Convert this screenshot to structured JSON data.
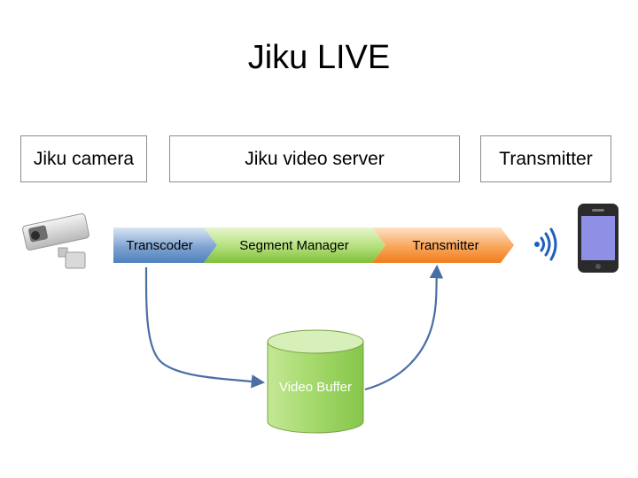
{
  "title": "Jiku LIVE",
  "components": {
    "camera": "Jiku camera",
    "server": "Jiku video server",
    "transmitter": "Transmitter"
  },
  "pipeline": {
    "transcoder": "Transcoder",
    "segment_manager": "Segment Manager",
    "transmitter": "Transmitter"
  },
  "storage": {
    "video_buffer": "Video Buffer"
  },
  "icons": {
    "camera": "security-camera-icon",
    "signal": "wireless-signal-icon",
    "phone": "smartphone-icon"
  },
  "colors": {
    "transcoder": "#4f81bd",
    "segment_manager": "#8dc63f",
    "transmitter": "#f58220",
    "video_buffer": "#9bd35a",
    "arrow": "#4a6fa5",
    "signal": "#1f5fbf",
    "phone_screen": "#8f8fe6"
  }
}
